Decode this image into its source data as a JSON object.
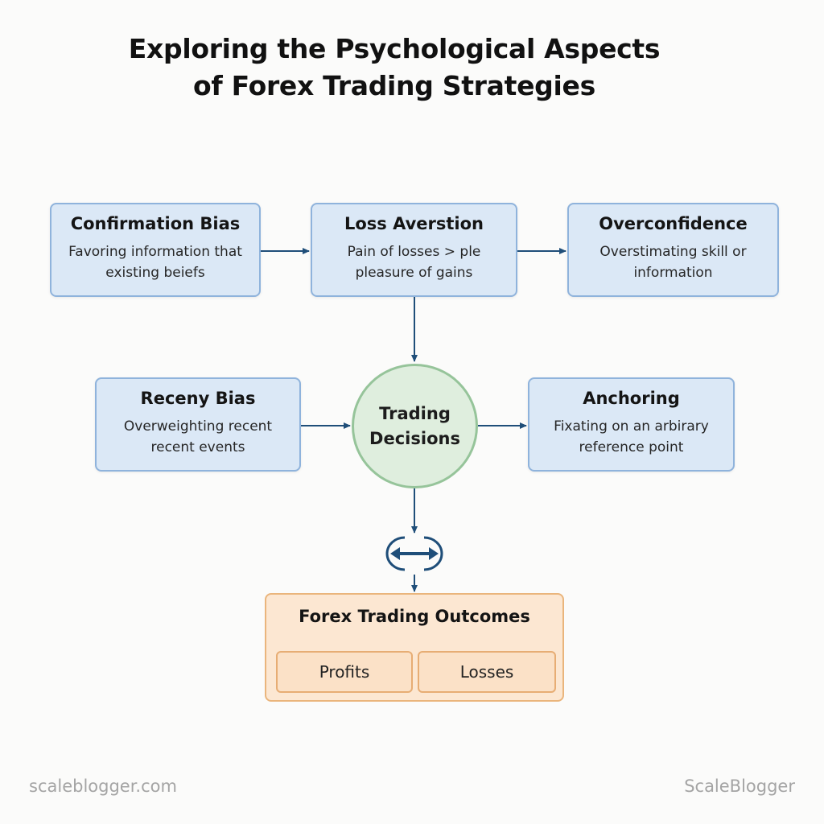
{
  "title": {
    "line1": "Exploring the Psychological Aspects",
    "line2": "of Forex Trading Strategies"
  },
  "nodes": {
    "confirmation_bias": {
      "heading": "Confirmation Bias",
      "line1": "Favoring information that",
      "line2": "existing beiefs"
    },
    "loss_aversion": {
      "heading": "Loss Averstion",
      "line1": "Pain of losses > ple",
      "line2": "pleasure of gains"
    },
    "overconfidence": {
      "heading": "Overconfidence",
      "line1": "Overstimating skill or",
      "line2": "information"
    },
    "recency_bias": {
      "heading": "Receny Bias",
      "line1": "Overweighting recent",
      "line2": "recent events"
    },
    "anchoring": {
      "heading": "Anchoring",
      "line1": "Fixating on an arbirary",
      "line2": "reference point"
    },
    "trading_decisions": {
      "line1": "Trading",
      "line2": "Decisions"
    },
    "outcomes": {
      "heading": "Forex Trading Outcomes",
      "profits": "Profits",
      "losses": "Losses"
    }
  },
  "colors": {
    "bias_box_fill": "#dbe8f6",
    "bias_box_border": "#8fb3dc",
    "decision_fill": "#dfeede",
    "decision_border": "#96c49a",
    "outcome_fill": "#fce7d2",
    "outcome_border": "#eab57c",
    "arrow": "#1f4e79"
  },
  "icons": {
    "exchange": "double-arrow-exchange-icon"
  },
  "footer": {
    "left": "scaleblogger.com",
    "right": "ScaleBlogger"
  }
}
